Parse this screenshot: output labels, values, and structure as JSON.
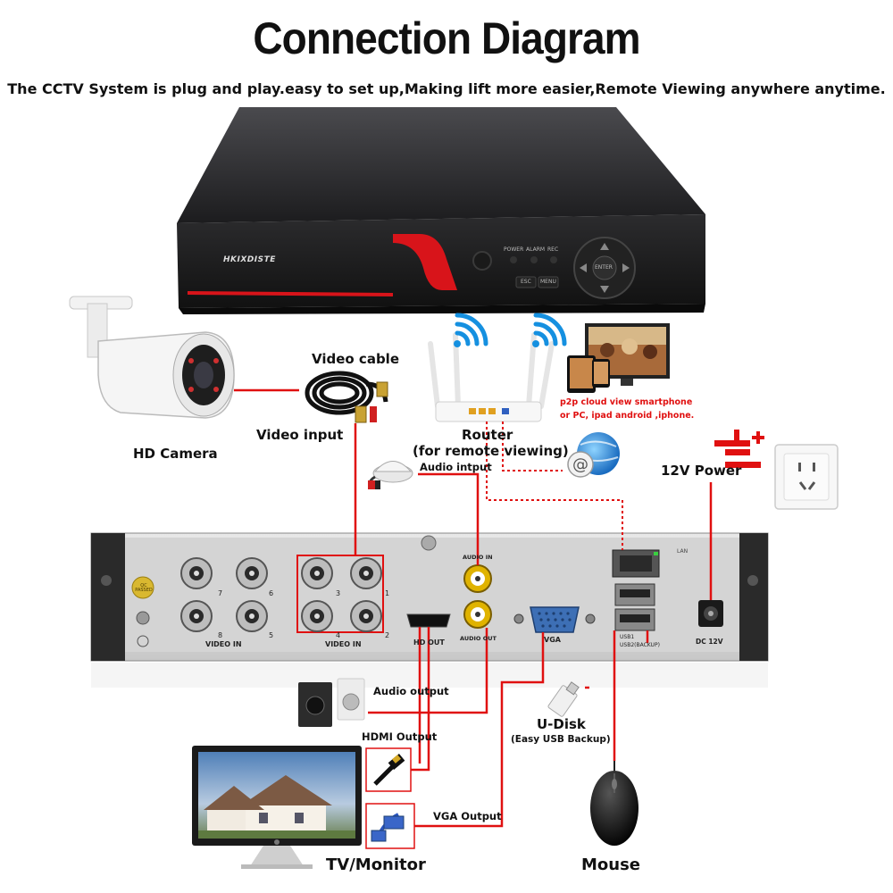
{
  "title": "Connection Diagram",
  "subtitle": "The CCTV System is plug and play.easy to set up,Making lift more easier,Remote Viewing anywhere anytime.",
  "dvr": {
    "brand": "HKIXDISTE",
    "front_labels": [
      "POWER",
      "ALARM",
      "REC"
    ],
    "buttons": {
      "esc": "ESC",
      "menu": "MENU",
      "enter": "ENTER"
    },
    "rear": {
      "video_in_left": "VIDEO IN",
      "video_in_right": "VIDEO IN",
      "port_numbers_left": [
        "7",
        "6",
        "8",
        "5"
      ],
      "port_numbers_right": [
        "3",
        "1",
        "4",
        "2"
      ],
      "audio_in": "AUDIO IN",
      "audio_out": "AUDIO OUT",
      "hd_out": "HD OUT",
      "vga": "VGA",
      "lan": "LAN",
      "usb1": "USB1",
      "usb2": "USB2(BACKUP)",
      "dc": "DC 12V",
      "qc": "QC PASSED"
    }
  },
  "labels": {
    "hd_camera": "HD Camera",
    "video_cable": "Video cable",
    "video_input": "Video input",
    "router": "Router",
    "router_note": "(for remote viewing)",
    "p2p_line1": "p2p cloud  view smartphone",
    "p2p_line2": "or PC, ipad android ,iphone.",
    "audio_input": "Audio intput",
    "power": "12V Power",
    "audio_output": "Audio output",
    "hdmi_output": "HDMI Output",
    "vga_output": "VGA Output",
    "udisk": "U-Disk",
    "udisk_note": "(Easy USB Backup)",
    "tv_monitor": "TV/Monitor",
    "mouse": "Mouse"
  },
  "colors": {
    "accent": "#e01010",
    "dvr_body": "#2a2a2c",
    "rear_panel": "#d8d8d8"
  }
}
